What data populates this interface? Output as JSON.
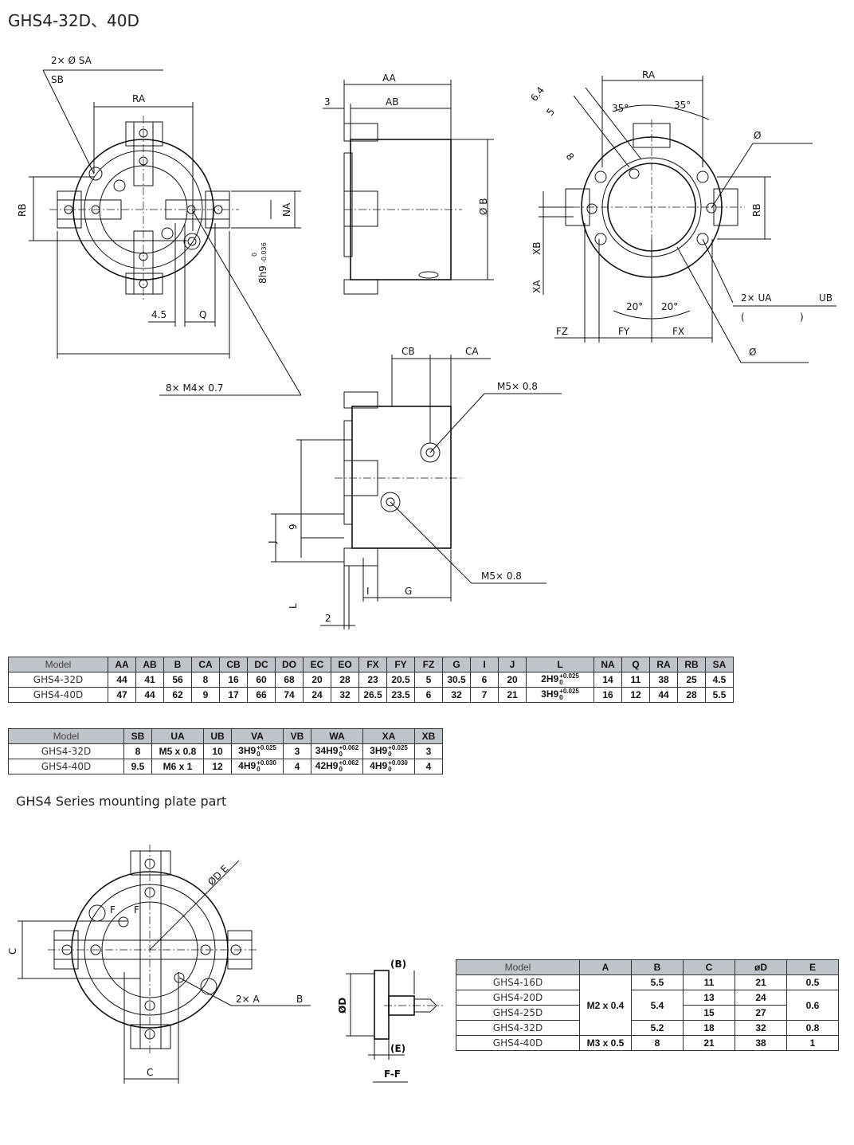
{
  "title": "GHS4-32D、40D",
  "section_title": "GHS4 Series mounting plate part",
  "dims": {
    "sa": "2× Ø  SA",
    "sb": "SB",
    "ra": "RA",
    "rb": "RB",
    "na": "NA",
    "h8": "8h9",
    "h8_tol_up": "0",
    "h8_tol_dn": "-0.036",
    "d45": "4.5",
    "q": "Q",
    "m4": "8× M4× 0.7",
    "aa": "AA",
    "ab": "AB",
    "three": "3",
    "ob": "Ø B",
    "s64": "6.4",
    "s5": "5",
    "s8": "8",
    "a35": "35°",
    "phi": "Ø",
    "xb": "XB",
    "xa": "XA",
    "ua": "2× UA",
    "ub": "UB",
    "paren_open": "(",
    "paren_close": ")",
    "a20": "20°",
    "fz": "FZ",
    "fy": "FY",
    "fx": "FX",
    "cb": "CB",
    "ca": "CA",
    "m5": "M5× 0.8",
    "nine": "9",
    "j": "J",
    "l": "L",
    "i": "I",
    "g": "G",
    "two": "2",
    "od_e": "ØD  E",
    "f": "F",
    "c": "C",
    "twoa": "2× A",
    "b": "B",
    "bb": "(B)",
    "ee": "(E)",
    "ff": "F-F",
    "od": "ØD"
  },
  "table1": {
    "headers": [
      "Model",
      "AA",
      "AB",
      "B",
      "CA",
      "CB",
      "DC",
      "DO",
      "EC",
      "EO",
      "FX",
      "FY",
      "FZ",
      "G",
      "I",
      "J",
      "L",
      "NA",
      "Q",
      "RA",
      "RB",
      "SA"
    ],
    "rows": [
      [
        "GHS4-32D",
        "44",
        "41",
        "56",
        "8",
        "16",
        "60",
        "68",
        "20",
        "28",
        "23",
        "20.5",
        "5",
        "30.5",
        "6",
        "20",
        "2H9 +0.025/0",
        "14",
        "11",
        "38",
        "25",
        "4.5"
      ],
      [
        "GHS4-40D",
        "47",
        "44",
        "62",
        "9",
        "17",
        "66",
        "74",
        "24",
        "32",
        "26.5",
        "23.5",
        "6",
        "32",
        "7",
        "21",
        "3H9 +0.025/0",
        "16",
        "12",
        "44",
        "28",
        "5.5"
      ]
    ]
  },
  "table2": {
    "headers": [
      "Model",
      "SB",
      "UA",
      "UB",
      "VA",
      "VB",
      "WA",
      "XA",
      "XB"
    ],
    "rows": [
      [
        "GHS4-32D",
        "8",
        "M5 x 0.8",
        "10",
        "3H9 +0.025/0",
        "3",
        "34H9 +0.062/0",
        "3H9 +0.025/0",
        "3"
      ],
      [
        "GHS4-40D",
        "9.5",
        "M6 x 1",
        "12",
        "4H9 +0.030/0",
        "4",
        "42H9 +0.062/0",
        "4H9 +0.030/0",
        "4"
      ]
    ]
  },
  "table3": {
    "headers": [
      "Model",
      "A",
      "B",
      "C",
      "øD",
      "E"
    ],
    "models": [
      "GHS4-16D",
      "GHS4-20D",
      "GHS4-25D",
      "GHS4-32D",
      "GHS4-40D"
    ],
    "a_values": [
      "M2 x 0.4",
      "M3 x 0.5"
    ],
    "b_values": [
      "5.5",
      "5.4",
      "5.2",
      "8"
    ],
    "c_values": [
      "11",
      "13",
      "15",
      "18",
      "21"
    ],
    "d_values": [
      "21",
      "24",
      "27",
      "32",
      "38"
    ],
    "e_values": [
      "0.5",
      "0.6",
      "0.8",
      "1"
    ]
  }
}
